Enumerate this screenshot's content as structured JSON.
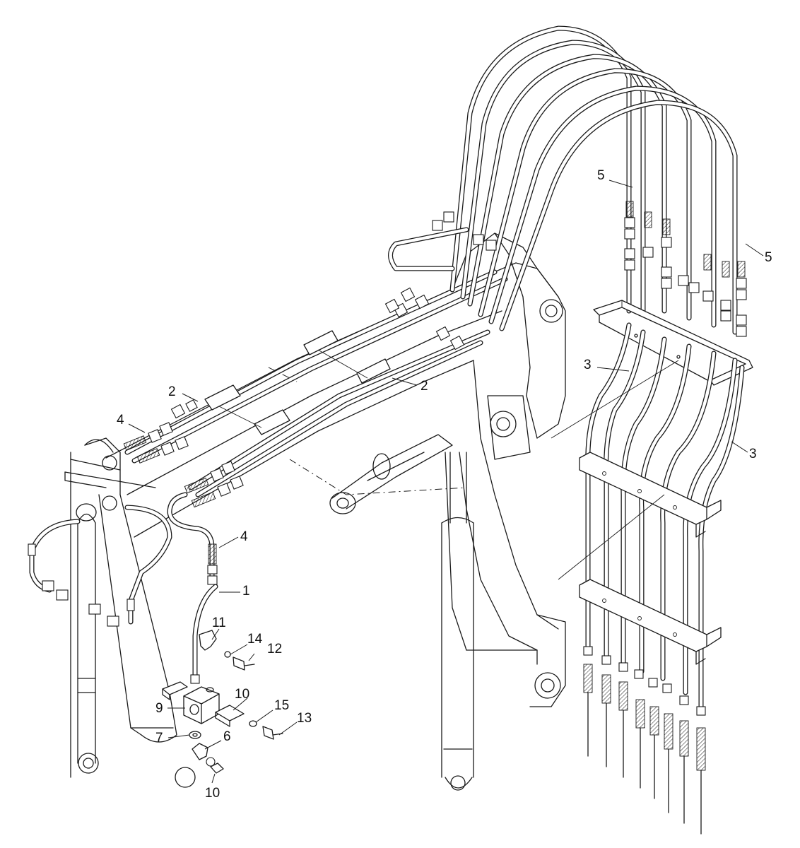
{
  "diagram": {
    "type": "exploded parts diagram",
    "labels": [
      {
        "id": "label-5-a",
        "text": "5"
      },
      {
        "id": "label-5-b",
        "text": "5"
      },
      {
        "id": "label-3-a",
        "text": "3"
      },
      {
        "id": "label-3-b",
        "text": "3"
      },
      {
        "id": "label-2-a",
        "text": "2"
      },
      {
        "id": "label-2-b",
        "text": "2"
      },
      {
        "id": "label-4-a",
        "text": "4"
      },
      {
        "id": "label-4-b",
        "text": "4"
      },
      {
        "id": "label-1",
        "text": "1"
      },
      {
        "id": "label-11",
        "text": "11"
      },
      {
        "id": "label-14",
        "text": "14"
      },
      {
        "id": "label-12",
        "text": "12"
      },
      {
        "id": "label-10-a",
        "text": "10"
      },
      {
        "id": "label-15",
        "text": "15"
      },
      {
        "id": "label-9",
        "text": "9"
      },
      {
        "id": "label-13",
        "text": "13"
      },
      {
        "id": "label-7",
        "text": "7"
      },
      {
        "id": "label-6",
        "text": "6"
      },
      {
        "id": "label-10-b",
        "text": "10"
      }
    ]
  }
}
